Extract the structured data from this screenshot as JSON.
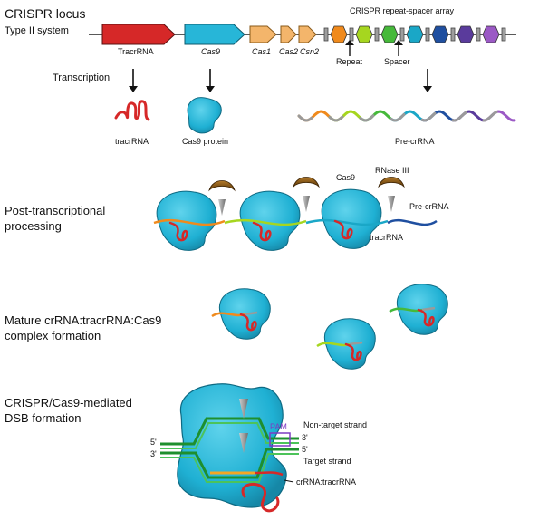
{
  "header": {
    "title": "CRISPR locus",
    "subtitle": "Type II system"
  },
  "locus": {
    "genes": {
      "tracrrna": "TracrRNA",
      "cas9": "Cas9",
      "cas1": "Cas1",
      "cas2": "Cas2",
      "csn2": "Csn2"
    },
    "array_label": "CRISPR repeat-spacer array",
    "repeat_label": "Repeat",
    "spacer_label": "Spacer",
    "spacer_colors": [
      "#f08a1c",
      "#a6d61f",
      "#46b93a",
      "#1aa7c7",
      "#1f4fa0",
      "#5a3b9c",
      "#9b59c5"
    ],
    "gene_colors": {
      "tracr": "#d62828",
      "cas9": "#27b6d8",
      "cas": "#f3b56b"
    }
  },
  "transcription": {
    "label": "Transcription",
    "tracrrna_product": "tracrRNA",
    "cas9_product": "Cas9 protein",
    "precrrna_product": "Pre-crRNA"
  },
  "steps": {
    "processing": {
      "line1": "Post-transcriptional",
      "line2": "processing",
      "cas9_label": "Cas9",
      "rnase_label": "RNase III",
      "precrrna_label": "Pre-crRNA",
      "tracrrna_label": "tracrRNA"
    },
    "complex": {
      "line1": "Mature crRNA:tracrRNA:Cas9",
      "line2": "complex formation"
    },
    "dsb": {
      "line1": "CRISPR/Cas9-mediated",
      "line2": "DSB formation",
      "five_prime_left": "5'",
      "three_prime_left": "3'",
      "three_prime_right": "3'",
      "five_prime_right": "5'",
      "pam_label": "PAM",
      "non_target_label": "Non-target strand",
      "target_label": "Target strand",
      "guide_label": "crRNA:tracrRNA"
    }
  }
}
